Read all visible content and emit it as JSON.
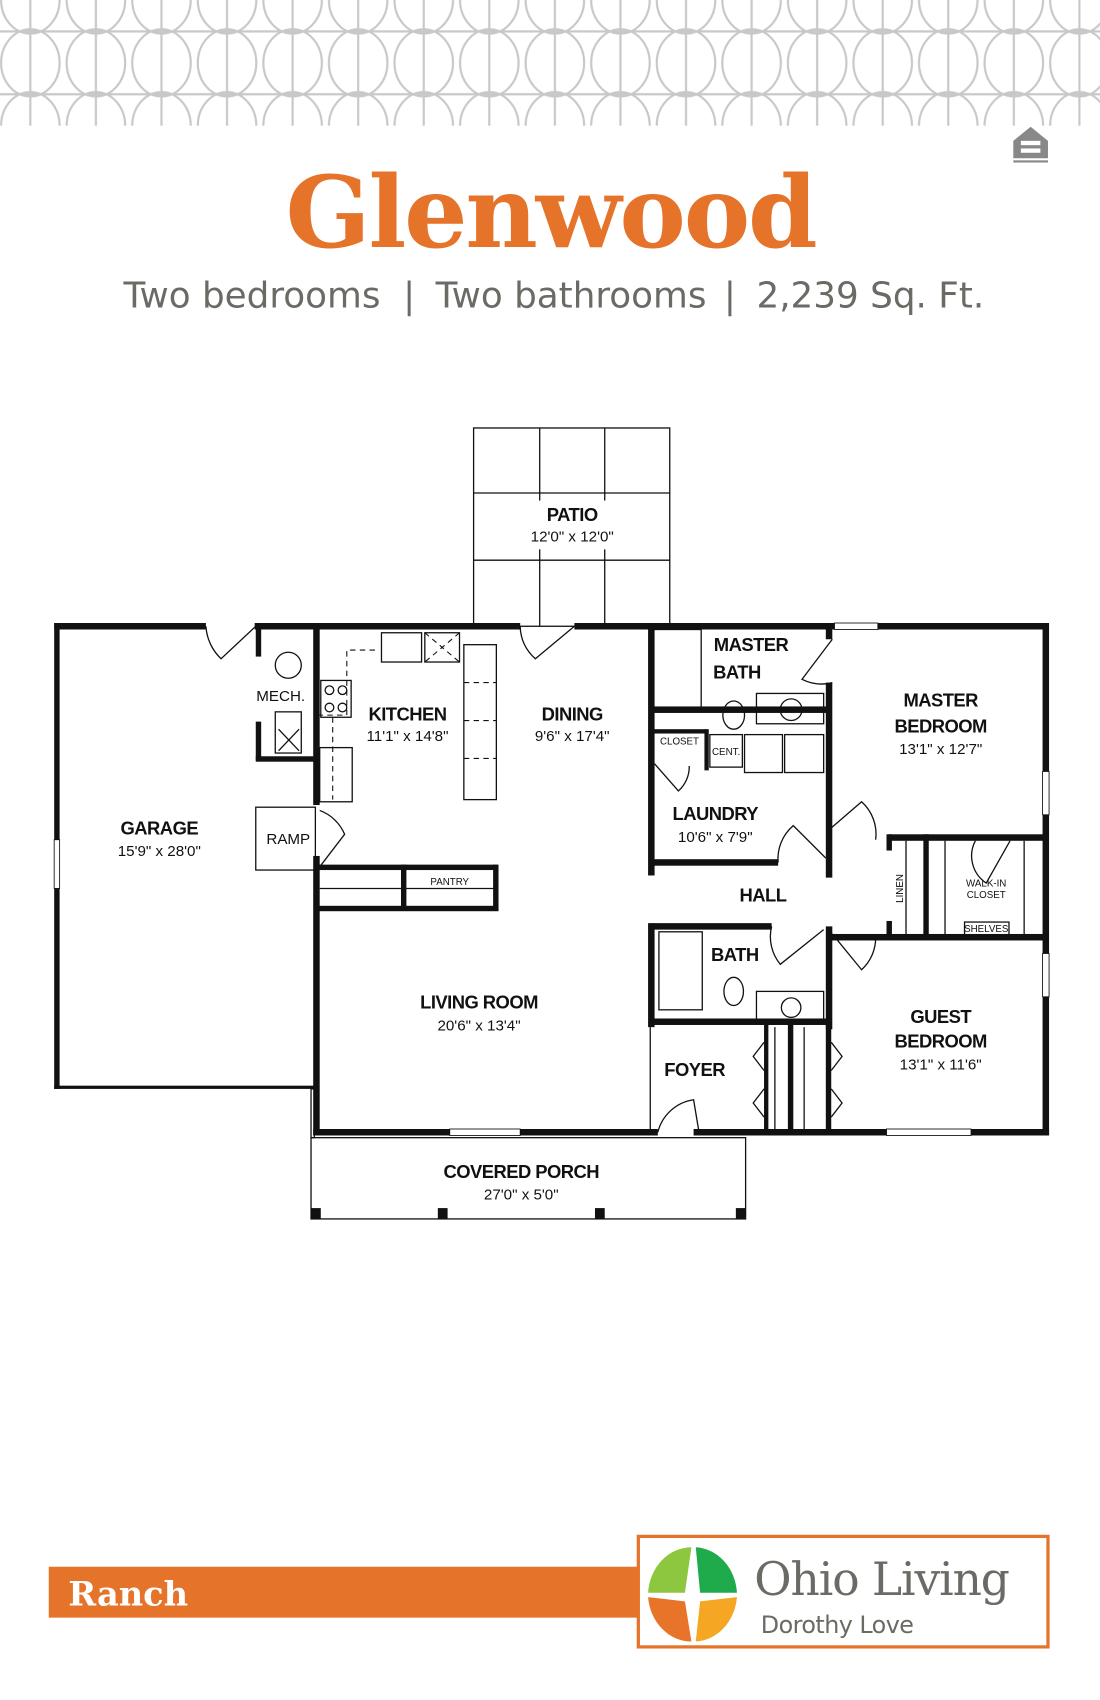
{
  "header": {
    "title": "Glenwood",
    "specs": [
      "Two bedrooms",
      "Two bathrooms",
      "2,239 Sq. Ft."
    ],
    "separator": "|",
    "equal_housing_icon": "equal-housing-opportunity-icon"
  },
  "floorplan": {
    "rooms": {
      "patio": {
        "name": "PATIO",
        "size": "12'0\" x 12'0\""
      },
      "garage": {
        "name": "GARAGE",
        "size": "15'9\" x 28'0\""
      },
      "mech": {
        "name": "MECH."
      },
      "kitchen": {
        "name": "KITCHEN",
        "size": "11'1\" x 14'8\""
      },
      "dining": {
        "name": "DINING",
        "size": "9'6\" x 17'4\""
      },
      "master_bath": {
        "name_line1": "MASTER",
        "name_line2": "BATH"
      },
      "master_bedroom": {
        "name_line1": "MASTER",
        "name_line2": "BEDROOM",
        "size": "13'1\" x 12'7\""
      },
      "closet": {
        "name": "CLOSET"
      },
      "cent": {
        "name": "CENT."
      },
      "laundry": {
        "name": "LAUNDRY",
        "size": "10'6\" x 7'9\""
      },
      "ramp": {
        "name": "RAMP"
      },
      "pantry": {
        "name": "PANTRY"
      },
      "hall": {
        "name": "HALL"
      },
      "linen": {
        "name": "LINEN"
      },
      "walk_in": {
        "name_line1": "WALK-IN",
        "name_line2": "CLOSET",
        "shelves": "SHELVES"
      },
      "bath": {
        "name": "BATH"
      },
      "living_room": {
        "name": "LIVING ROOM",
        "size": "20'6\" x 13'4\""
      },
      "guest_bedroom": {
        "name_line1": "GUEST",
        "name_line2": "BEDROOM",
        "size": "13'1\" x 11'6\""
      },
      "foyer": {
        "name": "FOYER"
      },
      "covered_porch": {
        "name": "COVERED PORCH",
        "size": "27'0\" x 5'0\""
      }
    }
  },
  "footer": {
    "style_label": "Ranch",
    "logo": {
      "brand": "Ohio Living",
      "community": "Dorothy Love"
    },
    "colors": {
      "orange": "#E5742A",
      "lime": "#8DC63F",
      "green": "#1FAA4B",
      "logo_orange": "#E8742A",
      "yellow": "#F5A623",
      "gray": "#6b6a64"
    }
  }
}
